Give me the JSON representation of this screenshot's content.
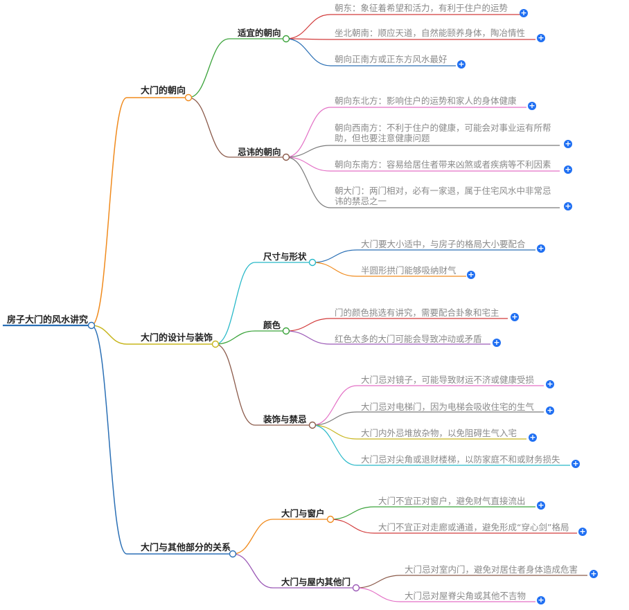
{
  "root": "房子大门的风水讲究",
  "branches": [
    {
      "label": "大门的朝向",
      "children": [
        {
          "label": "适宜的朝向",
          "leaves": [
            "朝东：象征着希望和活力，有利于住户的运势",
            "坐北朝南：顺应天道，自然能颐养身体，陶冶情性",
            "朝向正南方或正东方风水最好"
          ]
        },
        {
          "label": "忌讳的朝向",
          "leaves": [
            "朝向东北方：影响住户的运势和家人的身体健康",
            "朝向西南方：不利于住户的健康，可能会对事业运有所帮助，但也要注意健康问题",
            "朝向东南方：容易给居住者带来凶煞或者疾病等不利因素",
            "朝大门：两门相对，必有一家退，属于住宅风水中非常忌讳的禁忌之一"
          ]
        }
      ]
    },
    {
      "label": "大门的设计与装饰",
      "children": [
        {
          "label": "尺寸与形状",
          "leaves": [
            "大门要大小适中，与房子的格局大小要配合",
            "半圆形拱门能够吸纳财气"
          ]
        },
        {
          "label": "颜色",
          "leaves": [
            "门的颜色挑选有讲究，需要配合卦象和宅主",
            "红色太多的大门可能会导致冲动或矛盾"
          ]
        },
        {
          "label": "装饰与禁忌",
          "leaves": [
            "大门忌对镜子，可能导致财运不济或健康受损",
            "大门忌对电梯门，因为电梯会吸收住宅的生气",
            "大门内外忌堆放杂物，以免阻碍生气入宅",
            "大门忌对尖角或退财楼梯，以防家庭不和或财务损失"
          ]
        }
      ]
    },
    {
      "label": "大门与其他部分的关系",
      "children": [
        {
          "label": "大门与窗户",
          "leaves": [
            "大门不宜正对窗户，避免财气直接流出",
            "大门不宜正对走廊或通道，避免形成“穿心剑”格局"
          ]
        },
        {
          "label": "大门与屋内其他门",
          "leaves": [
            "大门忌对室内门，避免对居住者身体造成危害",
            "大门忌对屋脊尖角或其他不吉物"
          ]
        }
      ]
    }
  ],
  "colors": {
    "root_line": "#2a6fb5",
    "branch": [
      "#f08a1c",
      "#c7b51c",
      "#2a6fb5"
    ],
    "sub": [
      "#3aa33a",
      "#8b5a4a",
      "#26b8c8",
      "#3aa33a",
      "#8b5a4a",
      "#f08a1c",
      "#9b59b6"
    ],
    "leaf": [
      "#d23b3b",
      "#d23b3b",
      "#2a6fb5",
      "#e36fc5",
      "#7a7a7a",
      "#e36fc5",
      "#7a7a7a",
      "#2a6fb5",
      "#f08a1c",
      "#d23b3b",
      "#9b59b6",
      "#e36fc5",
      "#7a7a7a",
      "#c7b51c",
      "#26b8c8",
      "#3aa33a",
      "#d23b3b",
      "#8b5a4a",
      "#e36fc5"
    ],
    "expand_button": "#1f6ff2"
  },
  "expand_icon": "+"
}
